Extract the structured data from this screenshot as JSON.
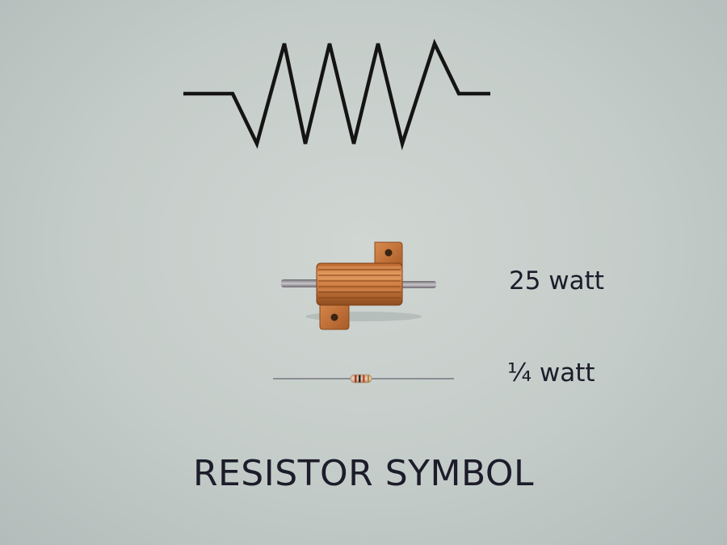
{
  "labels": {
    "power_large": "25 watt",
    "power_small": "¼ watt",
    "title": "RESISTOR SYMBOL"
  },
  "colors": {
    "background": "#c8cfcc",
    "symbol_stroke": "#141414",
    "label_text": "#1c1c2a",
    "copper_body": "#c8743a",
    "copper_dark": "#8a4a1e",
    "lead_wire": "#9a9aa2",
    "small_resistor_body": "#d8b79a"
  },
  "objects": {
    "symbol": "resistor-zigzag-symbol",
    "large_component": "aluminum-housed-power-resistor",
    "small_component": "axial-carbon-film-resistor"
  }
}
